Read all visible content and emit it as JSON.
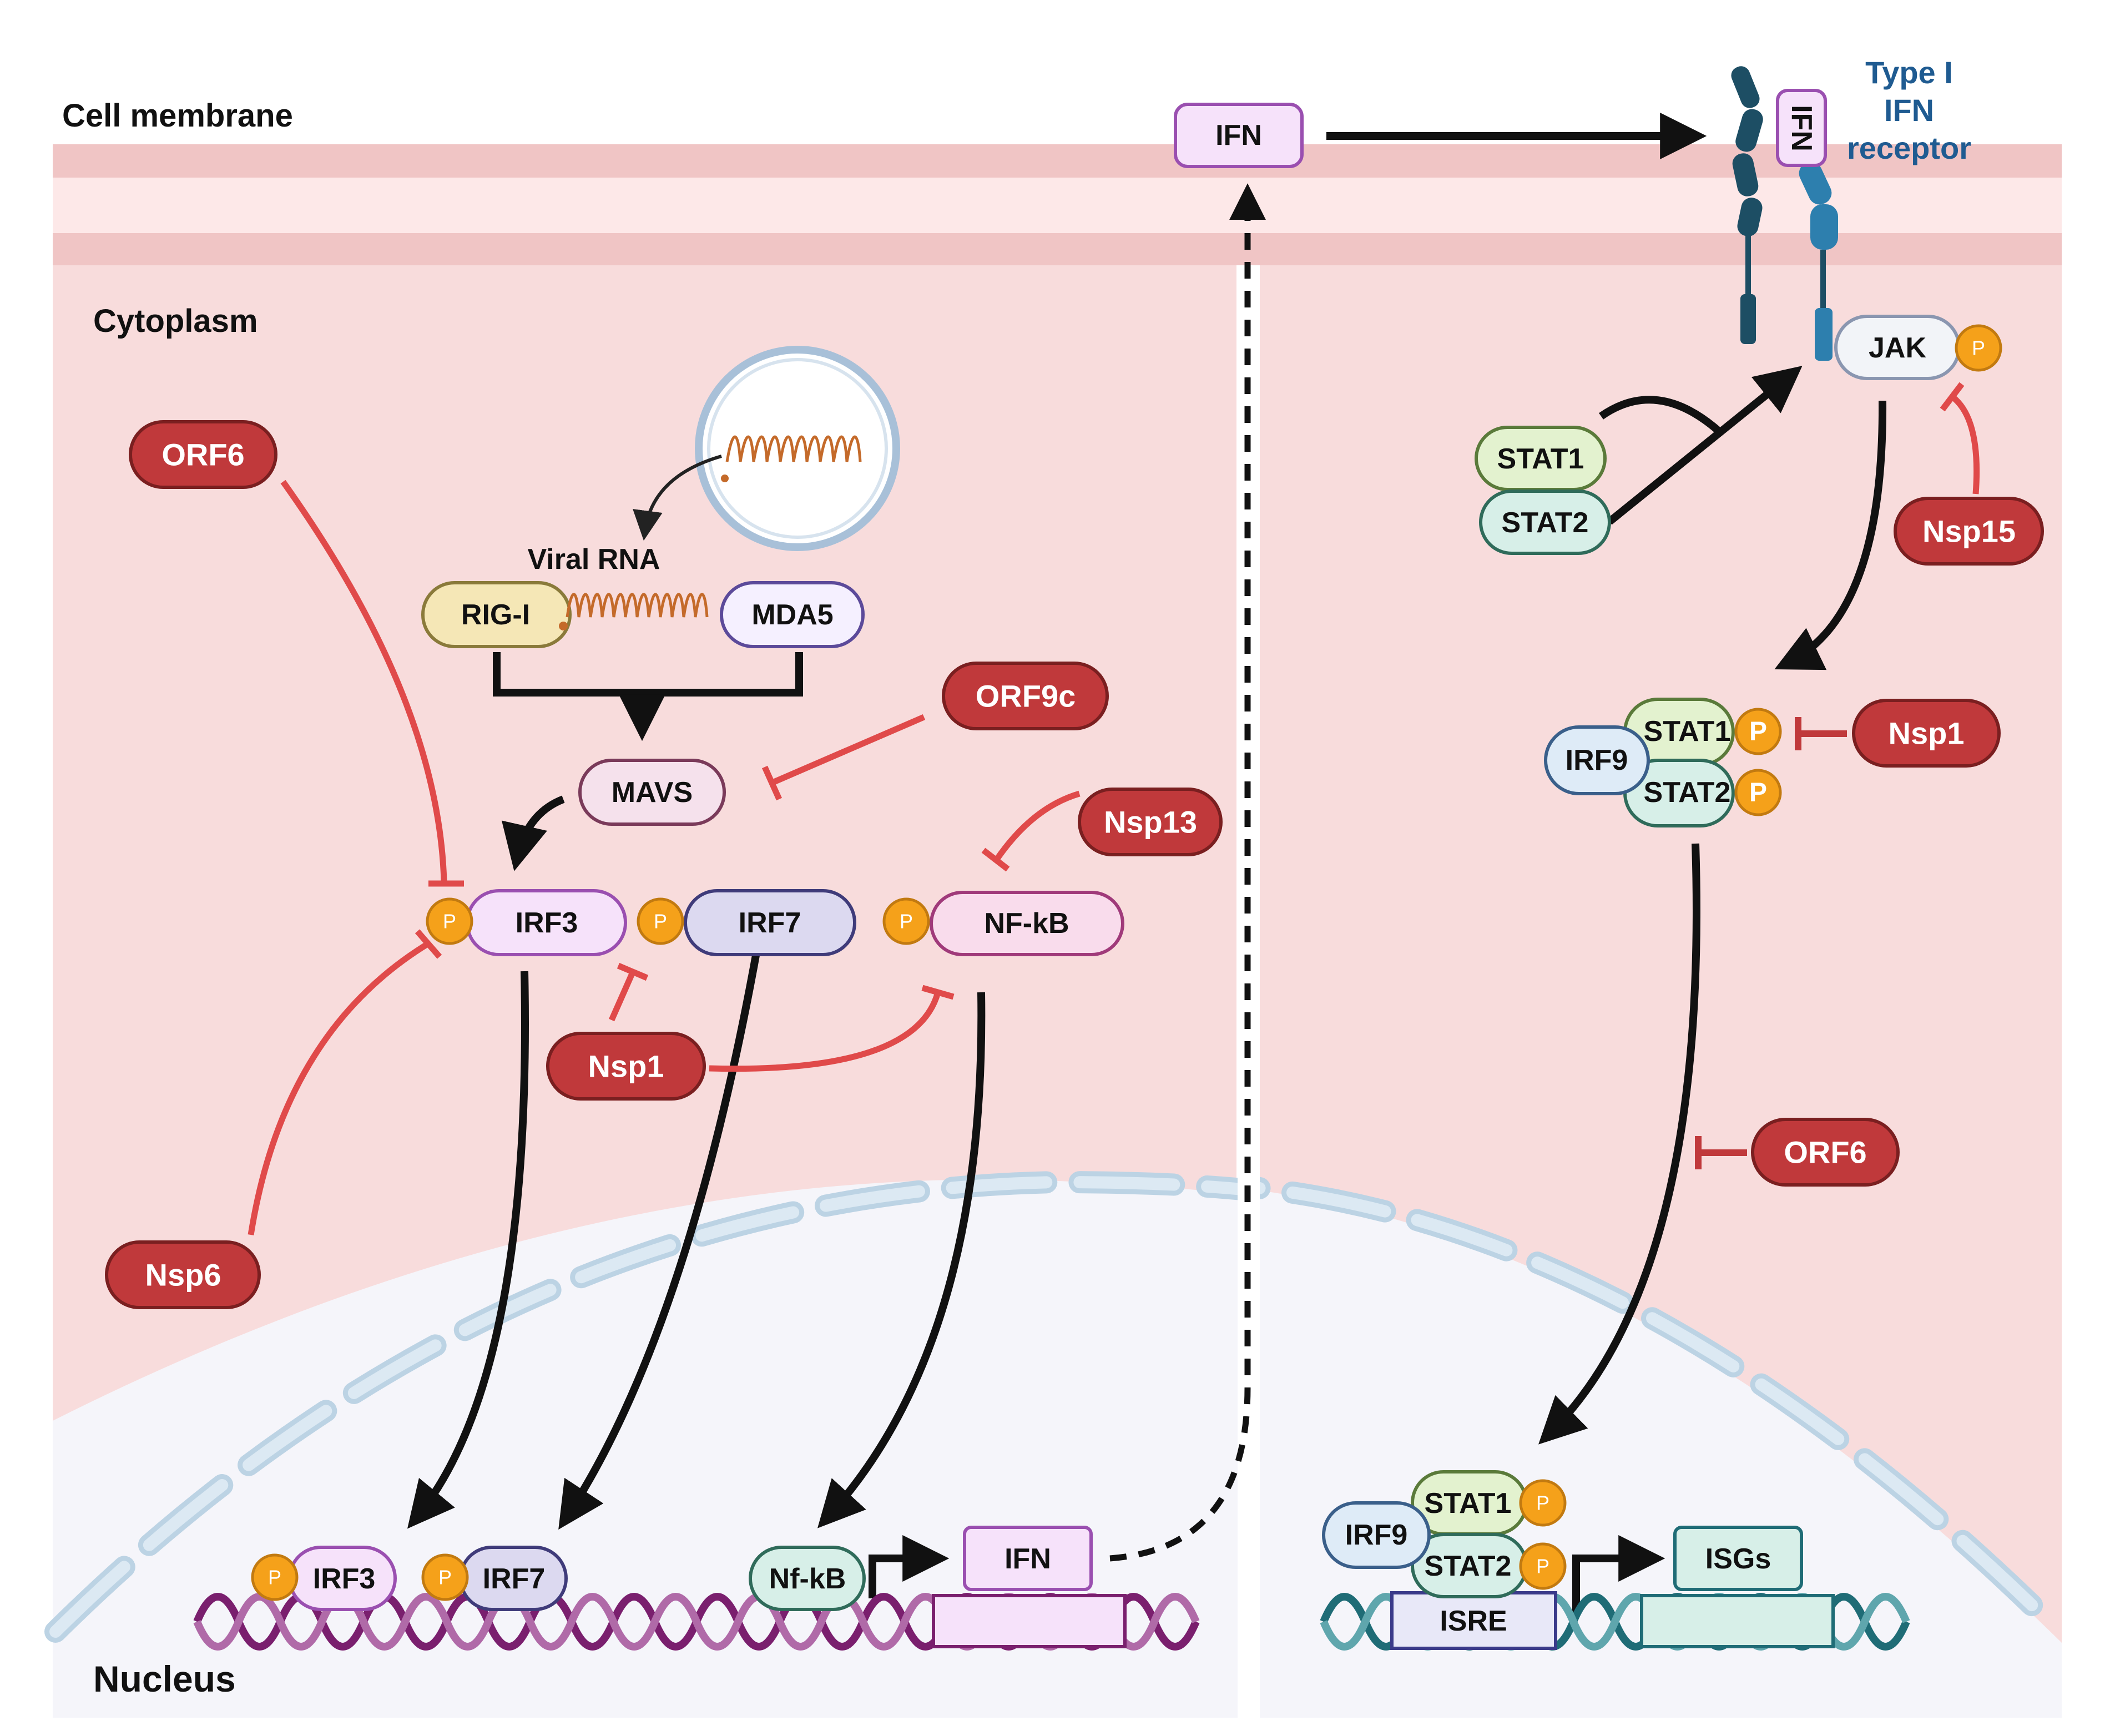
{
  "labels": {
    "cell_membrane": "Cell membrane",
    "cytoplasm": "Cytoplasm",
    "nucleus": "Nucleus",
    "viral_rna": "Viral RNA",
    "receptor_line1": "Type I",
    "receptor_line2": "IFN",
    "receptor_line3": "receptor",
    "phospho": "P"
  },
  "proteins": {
    "ifn_membrane": "IFN",
    "ifn_receptor_bound": "IFN",
    "rig_i": "RIG-I",
    "mda5": "MDA5",
    "mavs": "MAVS",
    "irf3": "IRF3",
    "irf7": "IRF7",
    "nfkb": "NF-kB",
    "jak": "JAK",
    "stat1": "STAT1",
    "stat2": "STAT2",
    "irf9": "IRF9"
  },
  "viral_proteins": {
    "orf6_left": "ORF6",
    "nsp6": "Nsp6",
    "orf9c": "ORF9c",
    "nsp13": "Nsp13",
    "nsp1_left": "Nsp1",
    "nsp15": "Nsp15",
    "nsp1_right": "Nsp1",
    "orf6_right": "ORF6"
  },
  "nuclear": {
    "irf3": "IRF3",
    "irf7": "IRF7",
    "nfkb": "Nf-kB",
    "ifn_gene": "IFN",
    "irf9": "IRF9",
    "stat1": "STAT1",
    "stat2": "STAT2",
    "isre": "ISRE",
    "isgs": "ISGs"
  },
  "colors": {
    "membrane": "#f0c5c5",
    "cytoplasm": "#f8dcdc",
    "nucleus": "#f5f5fa",
    "viral_protein": "#c0393b",
    "inhibition": "#e04a4a",
    "phospho": "#f5a11a",
    "receptor": "#1d5a7a",
    "dna": "#7a1f6e",
    "dna_right": "#1f6c76"
  }
}
